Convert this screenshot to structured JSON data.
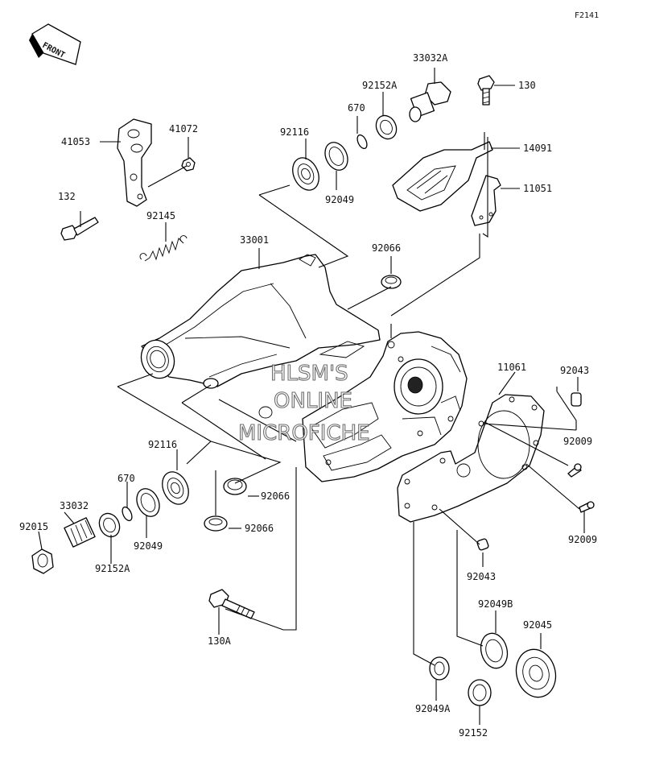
{
  "diagram": {
    "figure_code": "F2141",
    "front_label": "FRONT",
    "watermark": [
      "HLSM'S",
      "ONLINE",
      "MICROFICHE"
    ],
    "parts": {
      "p33032A": "33032A",
      "p92152A_top": "92152A",
      "p670_top": "670",
      "p92116_top": "92116",
      "p92049_top": "92049",
      "p130": "130",
      "p14091": "14091",
      "p11051": "11051",
      "p41053": "41053",
      "p41072": "41072",
      "p132": "132",
      "p92145": "92145",
      "p33001": "33001",
      "p92066_top": "92066",
      "p11061": "11061",
      "p92043_top": "92043",
      "p92009_a": "92009",
      "p92009_b": "92009",
      "p92116_bot": "92116",
      "p670_bot": "670",
      "p33032": "33032",
      "p92015": "92015",
      "p92049_bot": "92049",
      "p92152A_bot": "92152A",
      "p92066_mid": "92066",
      "p92066_bot": "92066",
      "p92043_bot": "92043",
      "p130A": "130A",
      "p92049B": "92049B",
      "p92045": "92045",
      "p92049A": "92049A",
      "p92152": "92152"
    }
  }
}
